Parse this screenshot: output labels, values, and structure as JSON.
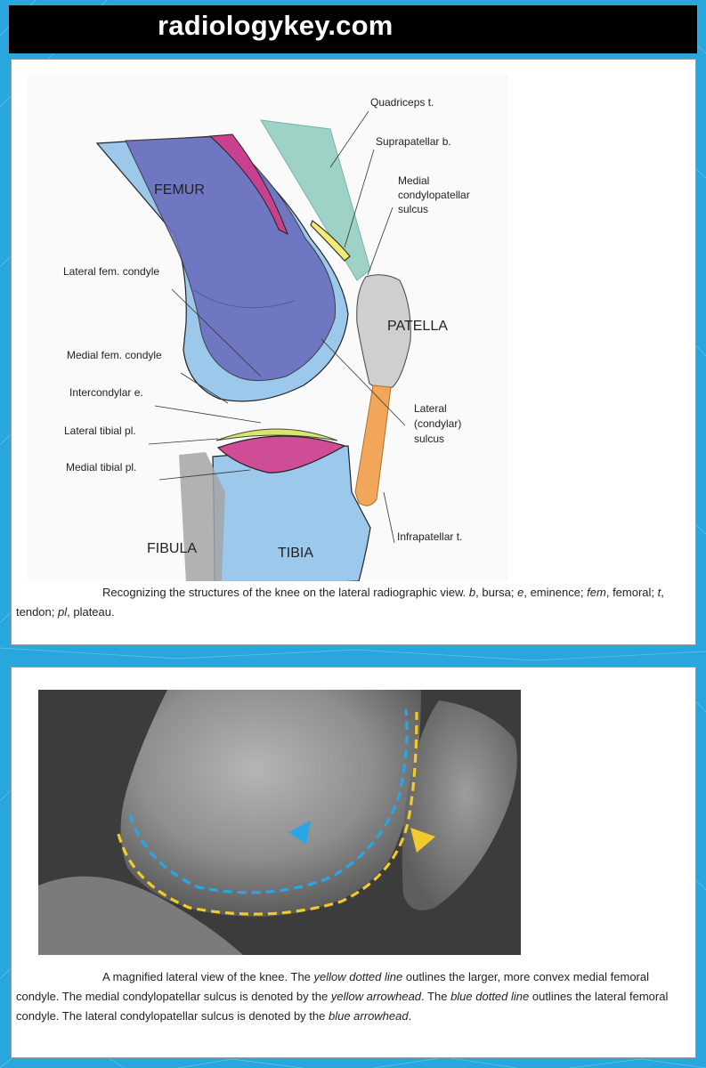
{
  "site": {
    "name": "radiologykey.com"
  },
  "figure1": {
    "labels": {
      "femur": "FEMUR",
      "patella": "PATELLA",
      "fibula": "FIBULA",
      "tibia": "TIBIA",
      "quadriceps": "Quadriceps t.",
      "suprapatellar": "Suprapatellar b.",
      "medial_condylopatellar_1": "Medial",
      "medial_condylopatellar_2": "condylopatellar",
      "medial_condylopatellar_3": "sulcus",
      "lateral_fem_condyle": "Lateral fem. condyle",
      "medial_fem_condyle": "Medial fem. condyle",
      "intercondylar": "Intercondylar e.",
      "lateral_tibial": "Lateral tibial pl.",
      "medial_tibial": "Medial tibial pl.",
      "lateral_sulcus_1": "Lateral",
      "lateral_sulcus_2": "(condylar)",
      "lateral_sulcus_3": "sulcus",
      "infrapatellar": "Infrapatellar t."
    },
    "caption": {
      "p1": "Recognizing the structures of the knee on the lateral radiographic view. ",
      "b": "b",
      "p2": ", bursa; ",
      "e": "e",
      "p3": ", eminence; ",
      "fem": "fem",
      "p4": ", femoral; ",
      "t": "t",
      "p5": ", tendon; ",
      "pl": "pl",
      "p6": ", plateau."
    }
  },
  "figure2": {
    "caption": {
      "p1": "A magnified lateral view of the knee. The ",
      "i1": "yellow dotted line",
      "p2": " outlines the larger, more convex medial femoral condyle. The medial condylopatellar sulcus is denoted by the ",
      "i2": "yellow arrowhead",
      "p3": ". The ",
      "i3": "blue dotted line",
      "p4": " outlines the lateral femoral condyle. The lateral condylopatellar sulcus is denoted by the ",
      "i4": "blue arrowhead",
      "p5": "."
    }
  },
  "colors": {
    "background": "#2aa6df",
    "yellow_line": "#f2c92e",
    "blue_line": "#2aa6e6",
    "femur_blue": "#9cc8ec",
    "femur_purple": "#6b6fbe",
    "magenta": "#c8418f",
    "patella_gray": "#cfcfd2",
    "tendon_orange": "#f2a65a",
    "quad_teal": "#9fd2c6"
  }
}
